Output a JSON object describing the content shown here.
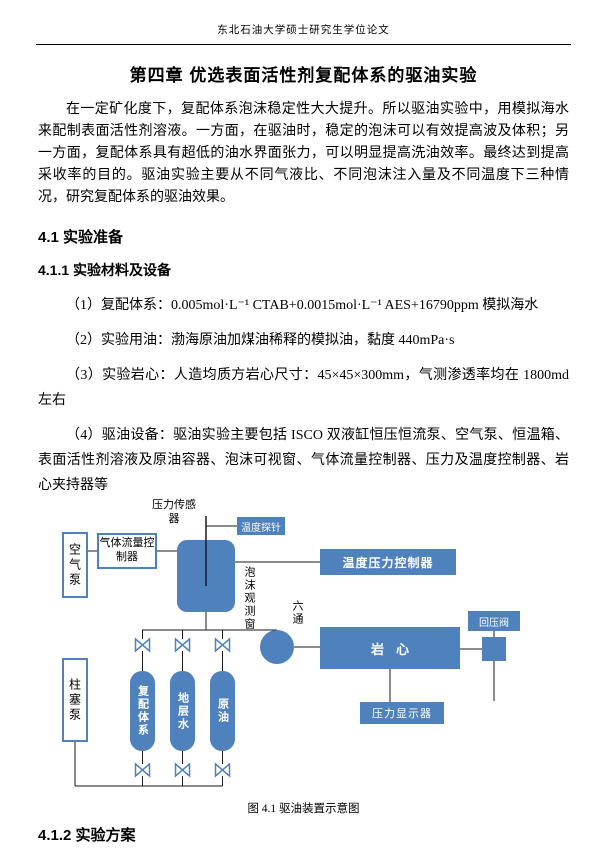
{
  "page": {
    "header": "东北石油大学硕士研究生学位论文",
    "chapter_title": "第四章 优选表面活性剂复配体系的驱油实验",
    "intro_paragraph": "在一定矿化度下，复配体系泡沫稳定性大大提升。所以驱油实验中，用模拟海水来配制表面活性剂溶液。一方面，在驱油时，稳定的泡沫可以有效提高波及体积；另一方面，复配体系具有超低的油水界面张力，可以明显提高洗油效率。最终达到提高采收率的目的。驱油实验主要从不同气液比、不同泡沫注入量及不同温度下三种情况，研究复配体系的驱油效果。",
    "section_41": "4.1 实验准备",
    "section_411": "4.1.1 实验材料及设备",
    "items": [
      "（1）复配体系：0.005mol·L⁻¹ CTAB+0.0015mol·L⁻¹ AES+16790ppm 模拟海水",
      "（2）实验用油：渤海原油加煤油稀释的模拟油，黏度 440mPa·s",
      "（3）实验岩心：人造均质方岩心尺寸：45×45×300mm，气测渗透率均在 1800md 左右",
      "（4）驱油设备：驱油实验主要包括 ISCO 双液缸恒压恒流泵、空气泵、恒温箱、表面活性剂溶液及原油容器、泡沫可视窗、气体流量控制器、压力及温度控制器、岩心夹持器等"
    ],
    "figure_caption": "图 4.1 驱油装置示意图",
    "section_412": "4.1.2 实验方案"
  },
  "diagram": {
    "accent_color": "#4f81bd",
    "air_pump": "空气泵",
    "gas_flow_controller": "气体流量控制器",
    "pressure_sensor": "压力传感器",
    "temperature_probe": "温度探针",
    "temp_pressure_controller": "温度压力控制器",
    "foam_window": "泡沫观测窗",
    "six_way": "六通",
    "core": "岩心",
    "back_pressure_valve": "回压阀",
    "pressure_display": "压力显示器",
    "plunger_pump": "柱塞泵",
    "cylinder_compound": "复配体系",
    "cylinder_formation_water": "地层水",
    "cylinder_crude_oil": "原油"
  }
}
